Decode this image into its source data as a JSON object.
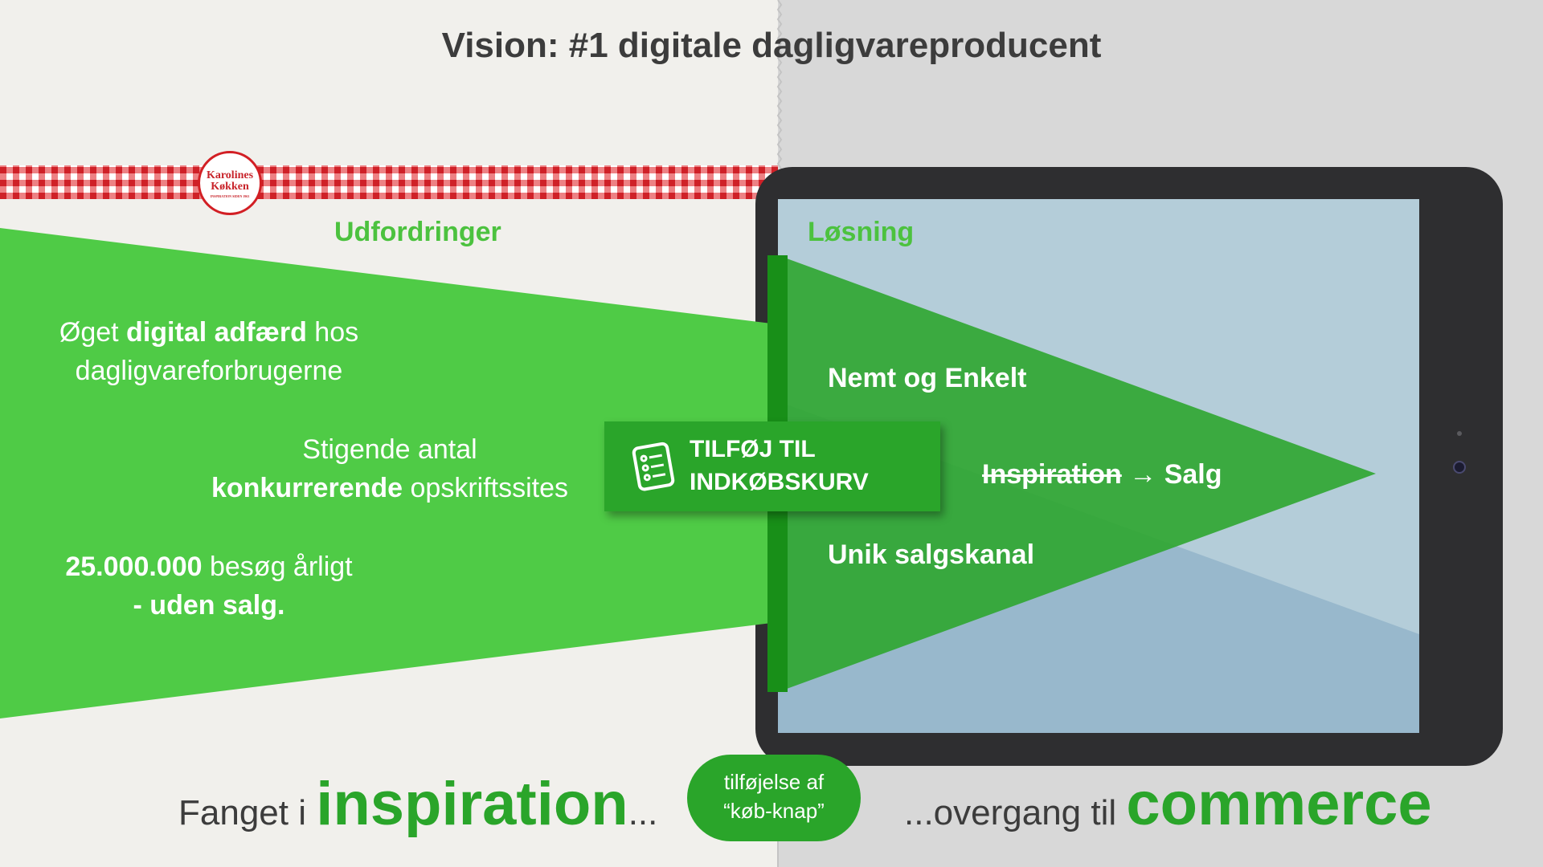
{
  "title": "Vision: #1 digitale dagligvareproducent",
  "logo": {
    "line1": "Karolines",
    "line2": "Køkken",
    "tagline": "INSPIRATION SIDEN 1963",
    "brand_color": "#d21f24"
  },
  "left": {
    "heading": "Udfordringer",
    "items": [
      {
        "a": "Øget ",
        "b": "digital adfærd",
        "c": " hos",
        "d": "dagligvareforbrugerne"
      },
      {
        "a": "Stigende antal",
        "b": "konkurrerende",
        "c": " opskriftssites"
      },
      {
        "a": "25.000.000",
        "b": " besøg årligt",
        "c": "- uden salg."
      }
    ]
  },
  "right": {
    "heading": "Løsning",
    "items": {
      "easy": "Nemt og Enkelt",
      "inspiration": "Inspiration",
      "arrow": "→",
      "sale": "Salg",
      "channel": "Unik salgskanal"
    }
  },
  "cta": {
    "line1": "TILFØJ TIL",
    "line2": "INDKØBSKURV",
    "icon": "shopping-list-icon"
  },
  "bottom": {
    "left_prefix": "Fanget i ",
    "left_big": "inspiration",
    "left_suffix": "...",
    "pill_line1": "tilføjelse af",
    "pill_line2": "“køb-knap”",
    "right_prefix": "...overgang til ",
    "right_big": "commerce"
  },
  "colors": {
    "green_light": "#4fcb46",
    "green_dark": "#1d9a1d",
    "accent": "#2aa52a",
    "tablet": "#2e2e30",
    "screen": "#b4cdd9"
  }
}
